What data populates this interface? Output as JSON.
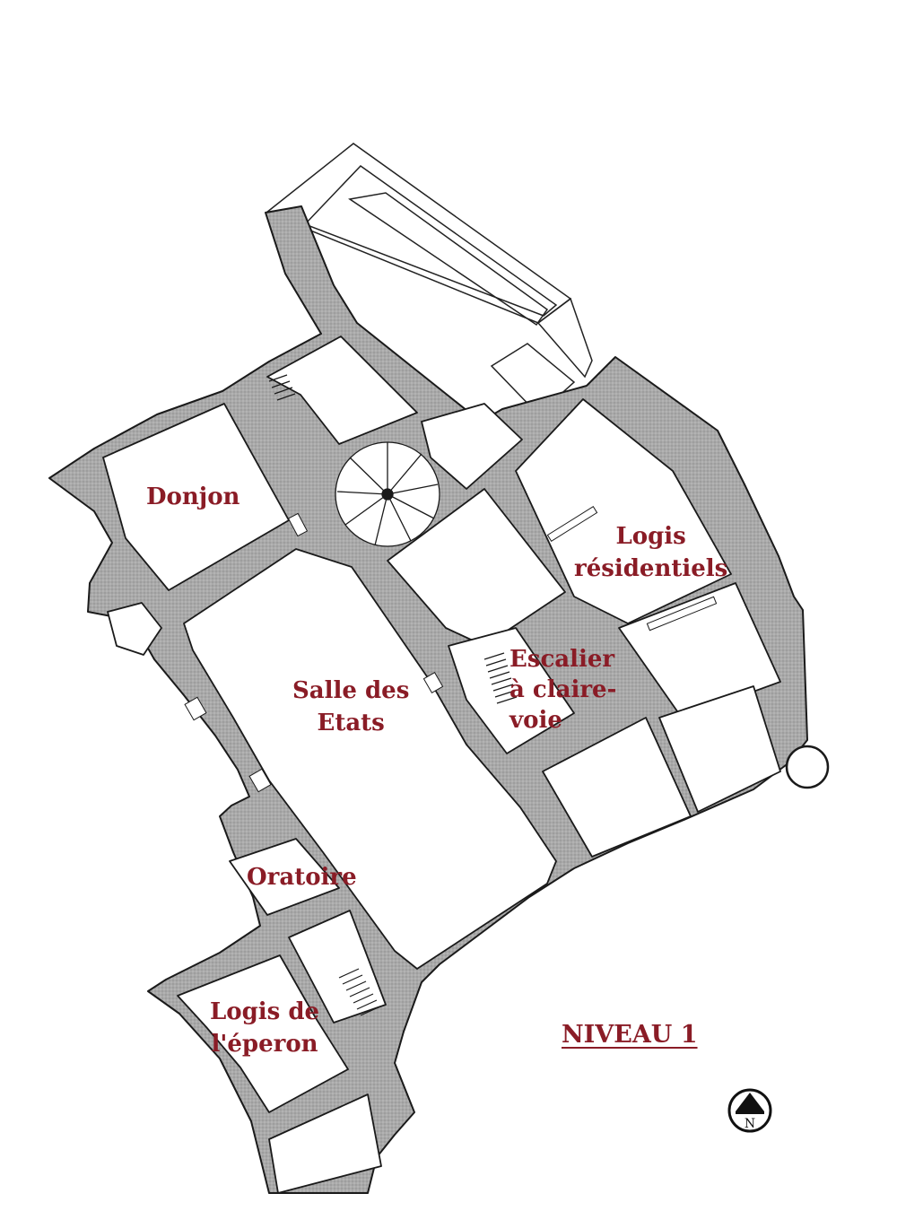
{
  "colors": {
    "label": "#8a1c26",
    "wall_fill": "#a8a8a8",
    "wall_stroke": "#1a1a1a",
    "background": "#ffffff"
  },
  "labels": {
    "donjon": [
      "Donjon"
    ],
    "logis_residentiels": [
      "Logis",
      "résidentiels"
    ],
    "salle_des_etats": [
      "Salle des",
      "Etats"
    ],
    "escalier": [
      "Escalier",
      "à claire-",
      "voie"
    ],
    "oratoire": [
      "Oratoire"
    ],
    "logis_eperon": [
      "Logis de",
      "l'éperon"
    ]
  },
  "level_title": "NIVEAU 1",
  "compass": {
    "letter": "N",
    "icon": "north-arrow-icon"
  }
}
